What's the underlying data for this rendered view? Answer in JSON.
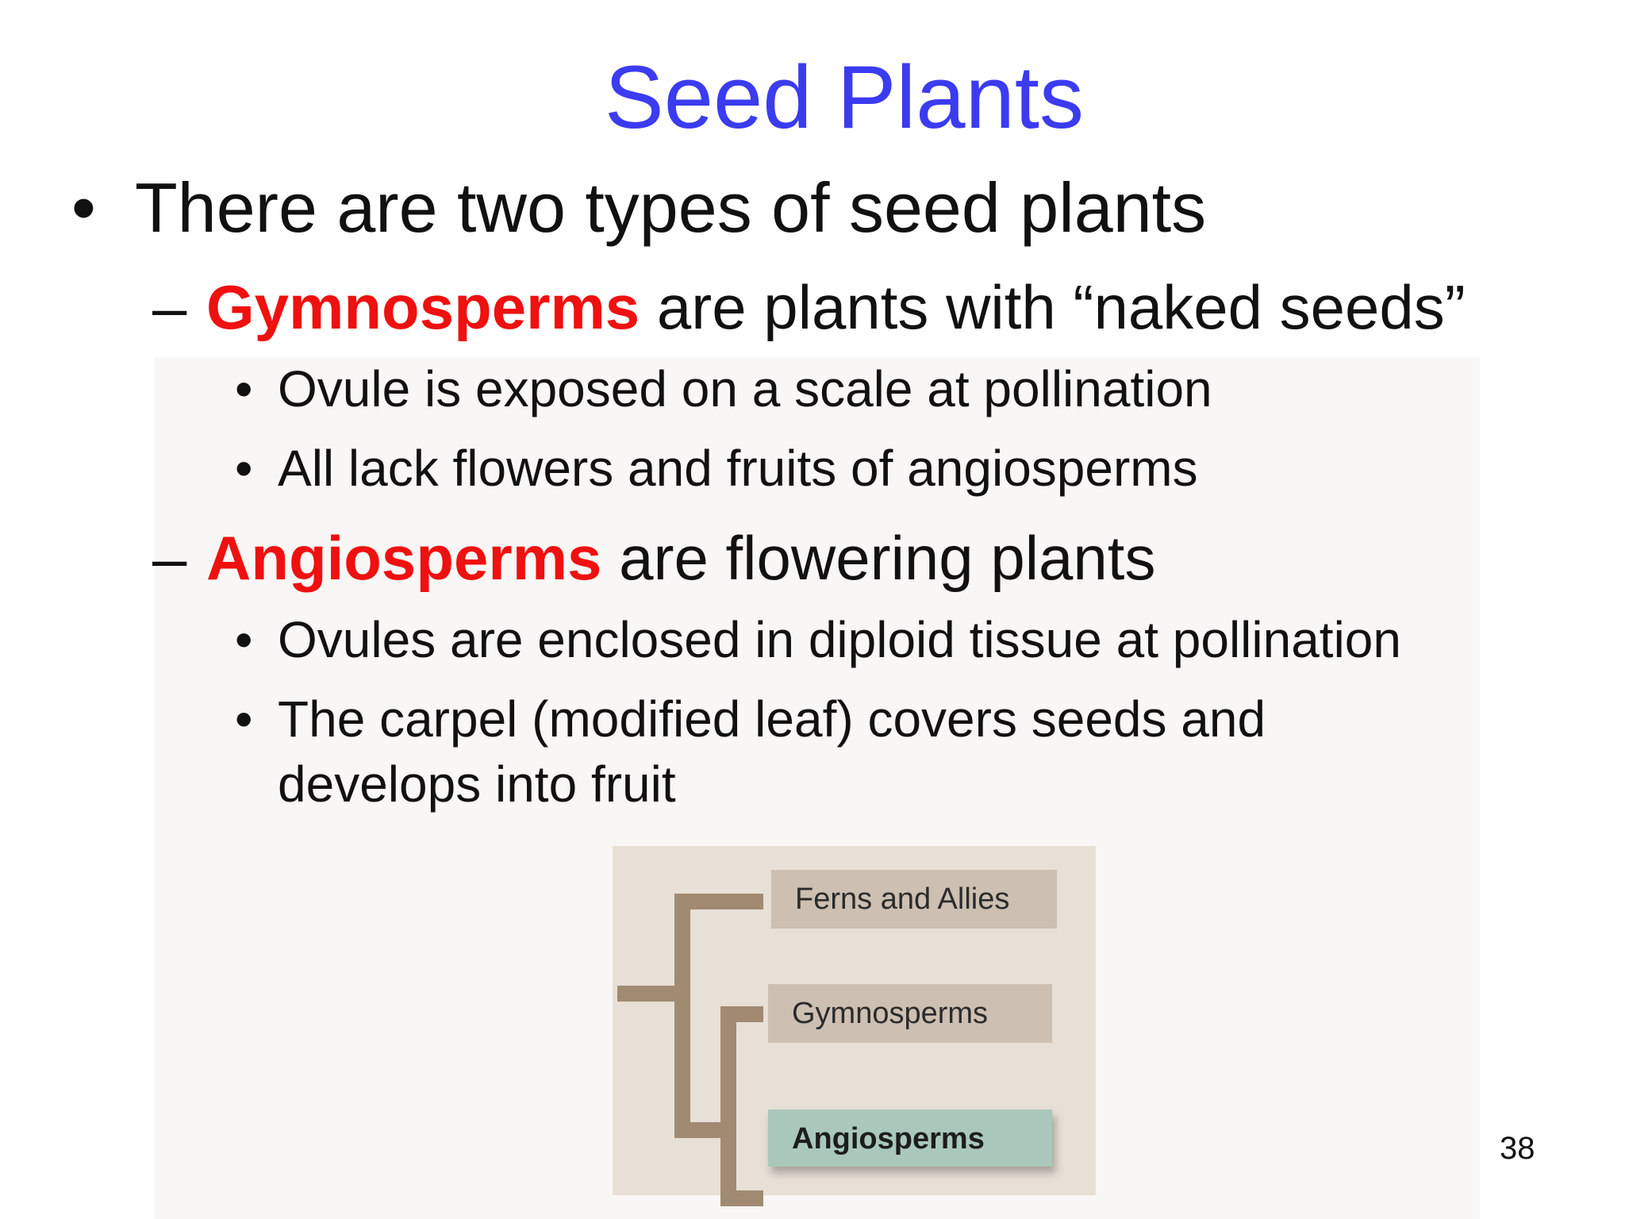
{
  "slide": {
    "title": "Seed Plants",
    "page_number": "38"
  },
  "bullets": {
    "main": {
      "symbol": "•",
      "text": "There are two types of seed plants"
    },
    "gymno": {
      "dash": "–",
      "term": "Gymnosperms",
      "rest": " are plants with “naked seeds”",
      "subs": [
        "Ovule is exposed on a scale at pollination",
        "All lack flowers and fruits of angiosperms"
      ]
    },
    "angio": {
      "dash": "–",
      "term": "Angiosperms",
      "rest": " are flowering plants",
      "subs": [
        "Ovules are enclosed in diploid tissue at pollination",
        "The carpel (modified leaf) covers seeds and",
        "develops into fruit"
      ]
    },
    "sub_symbol": "•"
  },
  "diagram": {
    "labels": {
      "ferns": "Ferns and Allies",
      "gymnosperms": "Gymnosperms",
      "angiosperms": "Angiosperms"
    },
    "highlighted": "angiosperms",
    "colors": {
      "background": "#e8dfd6",
      "branch": "#a08a72",
      "box": "#cdbfb1",
      "highlight_box": "#a9c8bb"
    }
  },
  "colors": {
    "title": "#3b3bf0",
    "term": "#ef1010",
    "text": "#111111"
  }
}
